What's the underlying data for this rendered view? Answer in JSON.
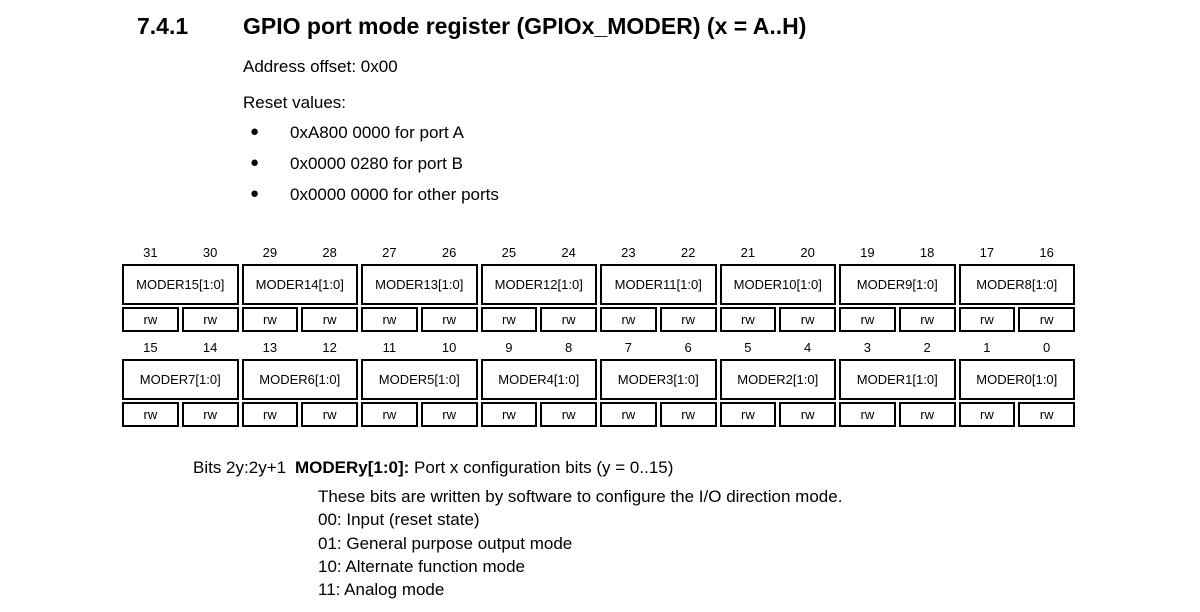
{
  "heading": {
    "section_number": "7.4.1",
    "title": "GPIO port mode register (GPIOx_MODER) (x = A..H)"
  },
  "intro": {
    "address_offset": "Address offset: 0x00",
    "reset_values_label": "Reset values:",
    "bullet_glyph": "●",
    "reset_values": [
      "0xA800 0000 for port A",
      "0x0000 0280 for port B",
      "0x0000 0000 for other ports"
    ]
  },
  "register_table": {
    "rows": [
      {
        "bits": [
          "31",
          "30",
          "29",
          "28",
          "27",
          "26",
          "25",
          "24",
          "23",
          "22",
          "21",
          "20",
          "19",
          "18",
          "17",
          "16"
        ],
        "fields": [
          "MODER15[1:0]",
          "MODER14[1:0]",
          "MODER13[1:0]",
          "MODER12[1:0]",
          "MODER11[1:0]",
          "MODER10[1:0]",
          "MODER9[1:0]",
          "MODER8[1:0]"
        ],
        "access": [
          "rw",
          "rw",
          "rw",
          "rw",
          "rw",
          "rw",
          "rw",
          "rw",
          "rw",
          "rw",
          "rw",
          "rw",
          "rw",
          "rw",
          "rw",
          "rw"
        ]
      },
      {
        "bits": [
          "15",
          "14",
          "13",
          "12",
          "11",
          "10",
          "9",
          "8",
          "7",
          "6",
          "5",
          "4",
          "3",
          "2",
          "1",
          "0"
        ],
        "fields": [
          "MODER7[1:0]",
          "MODER6[1:0]",
          "MODER5[1:0]",
          "MODER4[1:0]",
          "MODER3[1:0]",
          "MODER2[1:0]",
          "MODER1[1:0]",
          "MODER0[1:0]"
        ],
        "access": [
          "rw",
          "rw",
          "rw",
          "rw",
          "rw",
          "rw",
          "rw",
          "rw",
          "rw",
          "rw",
          "rw",
          "rw",
          "rw",
          "rw",
          "rw",
          "rw"
        ]
      }
    ]
  },
  "description": {
    "bits_label": "Bits 2y:2y+1",
    "field_name": "MODERy[1:0]:",
    "field_desc": " Port x configuration bits (y = 0..15)",
    "lines": [
      "These bits are written by software to configure the I/O direction mode.",
      "00: Input (reset state)",
      "01: General purpose output mode",
      "10: Alternate function mode",
      "11: Analog mode"
    ]
  },
  "colors": {
    "text": "#000000",
    "background": "#ffffff",
    "table_border": "#000000"
  }
}
